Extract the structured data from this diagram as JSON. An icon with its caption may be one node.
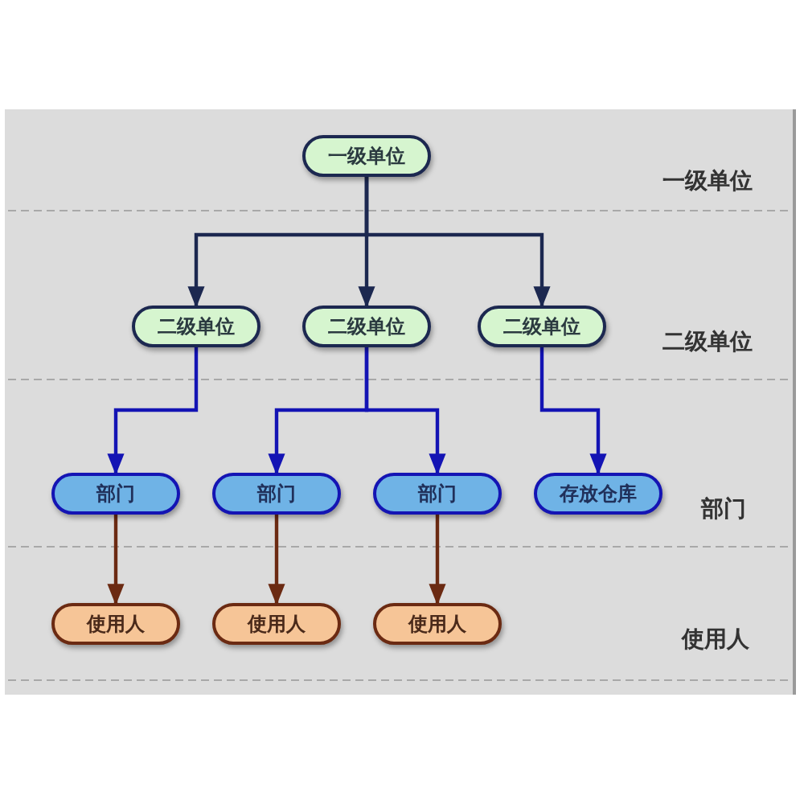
{
  "diagram": {
    "nodes": [
      {
        "text": [
          "一级单位"
        ]
      },
      {
        "text": [
          "二级单位"
        ]
      },
      {
        "text": [
          "二级单位"
        ]
      },
      {
        "text": [
          "二级单位"
        ]
      },
      {
        "text": [
          "部门"
        ]
      },
      {
        "text": [
          "部门"
        ]
      },
      {
        "text": [
          "部门"
        ]
      },
      {
        "text": [
          "存放仓库"
        ]
      },
      {
        "text": [
          "使用人"
        ]
      },
      {
        "text": [
          "使用人"
        ]
      },
      {
        "text": [
          "使用人"
        ]
      }
    ],
    "edges": [
      {
        "from": 0,
        "to": 1,
        "arrow": "to",
        "color": "#1c2850"
      },
      {
        "from": 0,
        "to": 2,
        "arrow": "to",
        "color": "#1c2850"
      },
      {
        "from": 0,
        "to": 3,
        "arrow": "to",
        "color": "#1c2850"
      },
      {
        "from": 1,
        "to": 4,
        "arrow": "to",
        "color": "#1414b4"
      },
      {
        "from": 2,
        "to": 5,
        "arrow": "to",
        "color": "#1414b4"
      },
      {
        "from": 2,
        "to": 6,
        "arrow": "to",
        "color": "#1414b4"
      },
      {
        "from": 3,
        "to": 7,
        "arrow": "to",
        "color": "#1414b4"
      },
      {
        "from": 4,
        "to": 8,
        "arrow": "to",
        "color": "#6b2a12"
      },
      {
        "from": 5,
        "to": 9,
        "arrow": "to",
        "color": "#6b2a12"
      },
      {
        "from": 6,
        "to": 10,
        "arrow": "to",
        "color": "#6b2a12"
      }
    ],
    "labels": [
      "一级单位",
      "二级单位",
      "部门",
      "使用人"
    ]
  }
}
